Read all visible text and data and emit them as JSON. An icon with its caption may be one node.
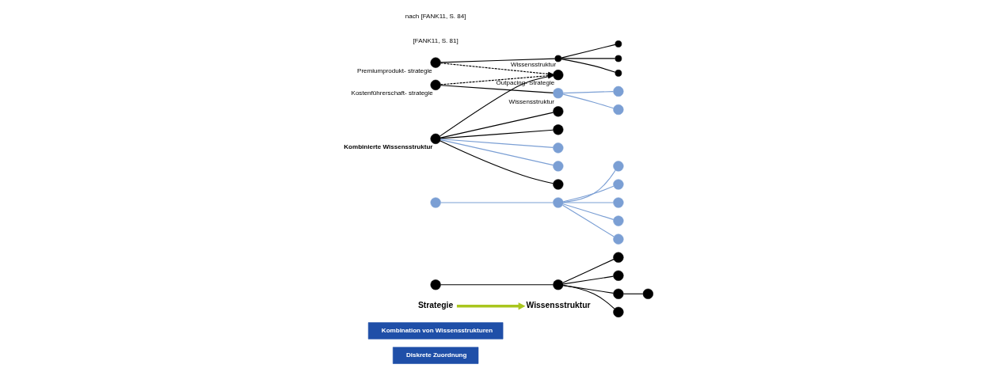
{
  "diagram": {
    "nodes": [
      {
        "text": [
          "Diskrete Zuordnung"
        ]
      },
      {
        "text": [
          "Kombination von Wissensstrukturen"
        ]
      },
      {
        "text": [
          "Strategie"
        ]
      },
      {
        "text": [
          "Wissensstruktur"
        ]
      },
      {
        "text": [],
        "shape": "circle"
      },
      {
        "text": [],
        "shape": "circle"
      },
      {
        "text": [],
        "shape": "circle"
      },
      {
        "text": [],
        "shape": "circle"
      },
      {
        "text": [],
        "shape": "circle"
      },
      {
        "text": [],
        "shape": "circle"
      },
      {
        "text": [],
        "shape": "circle"
      },
      {
        "text": [],
        "shape": "circle"
      },
      {
        "text": [],
        "shape": "circle"
      },
      {
        "text": [],
        "shape": "circle"
      },
      {
        "text": [],
        "shape": "circle"
      },
      {
        "text": [],
        "shape": "circle"
      },
      {
        "text": [],
        "shape": "circle"
      },
      {
        "text": [],
        "shape": "circle"
      },
      {
        "text": [],
        "shape": "circle",
        "beside": [
          "Premiumprodukt- strategie"
        ]
      },
      {
        "text": [],
        "shape": "circle",
        "beside": [
          "Wissensstruktur"
        ]
      },
      {
        "text": [],
        "shape": "circle"
      },
      {
        "text": [],
        "shape": "circle"
      },
      {
        "text": [],
        "shape": "circle"
      },
      {
        "text": [],
        "shape": "circle",
        "beside": [
          "Kostenführerschaft- strategie"
        ]
      },
      {
        "text": [],
        "shape": "circle",
        "beside": [
          "Wissensstruktur"
        ]
      },
      {
        "text": [],
        "shape": "circle"
      },
      {
        "text": [],
        "shape": "circle"
      },
      {
        "text": [],
        "shape": "circle",
        "beside": [
          "Outpacing- Strategie"
        ]
      },
      {
        "text": [],
        "shape": "circle",
        "beside": [
          "Kombinierte Wissensstruktur"
        ]
      },
      {
        "text": [],
        "shape": "circle"
      },
      {
        "text": [],
        "shape": "circle"
      },
      {
        "text": [],
        "shape": "circle"
      },
      {
        "text": [],
        "shape": "circle"
      },
      {
        "text": [],
        "shape": "circle"
      }
    ],
    "edges": [
      {
        "from": 2,
        "to": 3,
        "arrow": "to",
        "style": "thick",
        "color": "#a9c61e"
      },
      {
        "from": 4,
        "to": 5,
        "arrow": "none"
      },
      {
        "from": 5,
        "to": 6,
        "arrow": "none"
      },
      {
        "from": 5,
        "to": 7,
        "arrow": "none"
      },
      {
        "from": 5,
        "to": 9,
        "arrow": "none"
      },
      {
        "from": 9,
        "to": 8,
        "arrow": "none"
      },
      {
        "from": 5,
        "to": 10,
        "arrow": "none"
      },
      {
        "from": 11,
        "to": 12,
        "arrow": "none",
        "color": "#7b9fd4"
      },
      {
        "from": 12,
        "to": 13,
        "arrow": "none",
        "color": "#7b9fd4"
      },
      {
        "from": 12,
        "to": 14,
        "arrow": "none",
        "color": "#7b9fd4"
      },
      {
        "from": 12,
        "to": 15,
        "arrow": "none",
        "color": "#7b9fd4"
      },
      {
        "from": 12,
        "to": 16,
        "arrow": "none",
        "color": "#7b9fd4"
      },
      {
        "from": 12,
        "to": 17,
        "arrow": "none",
        "color": "#7b9fd4"
      },
      {
        "from": 18,
        "to": 19,
        "arrow": "none"
      },
      {
        "from": 19,
        "to": 20,
        "arrow": "none"
      },
      {
        "from": 19,
        "to": 21,
        "arrow": "none"
      },
      {
        "from": 19,
        "to": 22,
        "arrow": "none"
      },
      {
        "from": 23,
        "to": 24,
        "arrow": "none"
      },
      {
        "from": 24,
        "to": 25,
        "arrow": "none",
        "color": "#7b9fd4"
      },
      {
        "from": 24,
        "to": 26,
        "arrow": "none",
        "color": "#7b9fd4"
      },
      {
        "from": 18,
        "to": 27,
        "arrow": "to",
        "style": "dashed"
      },
      {
        "from": 23,
        "to": 27,
        "arrow": "to",
        "style": "dashed"
      },
      {
        "from": 28,
        "to": 27,
        "arrow": "to"
      },
      {
        "from": 28,
        "to": 29,
        "arrow": "none"
      },
      {
        "from": 28,
        "to": 30,
        "arrow": "none"
      },
      {
        "from": 28,
        "to": 31,
        "arrow": "none"
      },
      {
        "from": 28,
        "to": 32,
        "arrow": "none",
        "color": "#7b9fd4"
      },
      {
        "from": 28,
        "to": 33,
        "arrow": "none",
        "color": "#7b9fd4"
      }
    ],
    "labels": [
      "[FANK11, S. 81]",
      "nach [FANK11, S. 84]"
    ]
  }
}
